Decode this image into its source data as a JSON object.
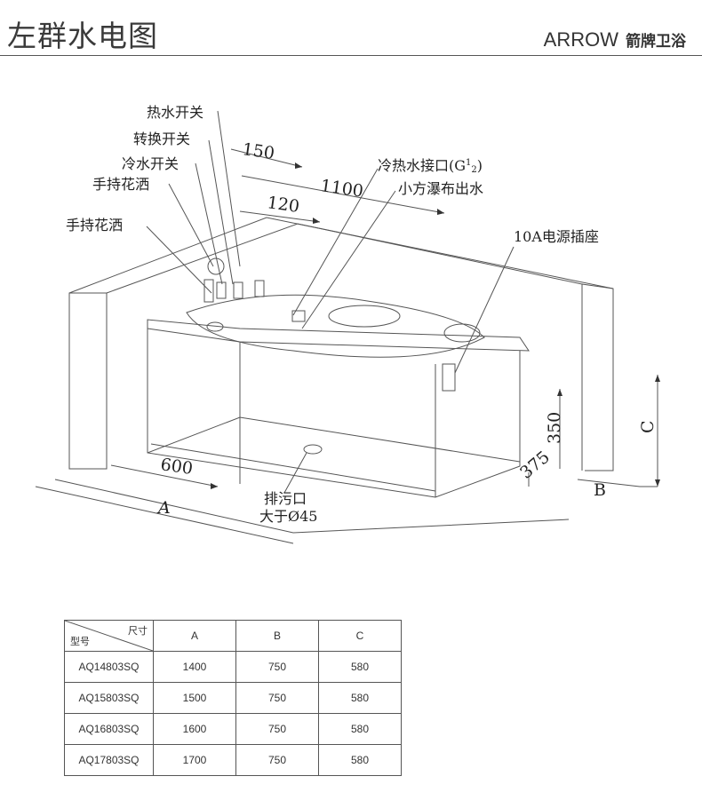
{
  "header": {
    "title": "左群水电图",
    "brand_en": "ARROW",
    "brand_cn": "箭牌卫浴"
  },
  "labels": {
    "hot_switch": "热水开关",
    "diverter_switch": "转换开关",
    "cold_switch": "冷水开关",
    "hand_shower_1": "手持花洒",
    "hand_shower_2": "手持花洒",
    "inlet": "冷热水接口(G",
    "inlet_sup": "1",
    "inlet_sub": "2",
    "inlet_close": ")",
    "waterfall": "小方瀑布出水",
    "socket": "10A电源插座",
    "drain_1": "排污口",
    "drain_2": "大于Ø45"
  },
  "dimensions": {
    "d150": "150",
    "d1100": "1100",
    "d120": "120",
    "d600": "600",
    "d350": "350",
    "d375": "375",
    "A": "A",
    "B": "B",
    "C": "C"
  },
  "table": {
    "header_size": "尺寸",
    "header_model": "型号",
    "columns": [
      "A",
      "B",
      "C"
    ],
    "rows": [
      {
        "model": "AQ14803SQ",
        "A": "1400",
        "B": "750",
        "C": "580"
      },
      {
        "model": "AQ15803SQ",
        "A": "1500",
        "B": "750",
        "C": "580"
      },
      {
        "model": "AQ16803SQ",
        "A": "1600",
        "B": "750",
        "C": "580"
      },
      {
        "model": "AQ17803SQ",
        "A": "1700",
        "B": "750",
        "C": "580"
      }
    ]
  }
}
